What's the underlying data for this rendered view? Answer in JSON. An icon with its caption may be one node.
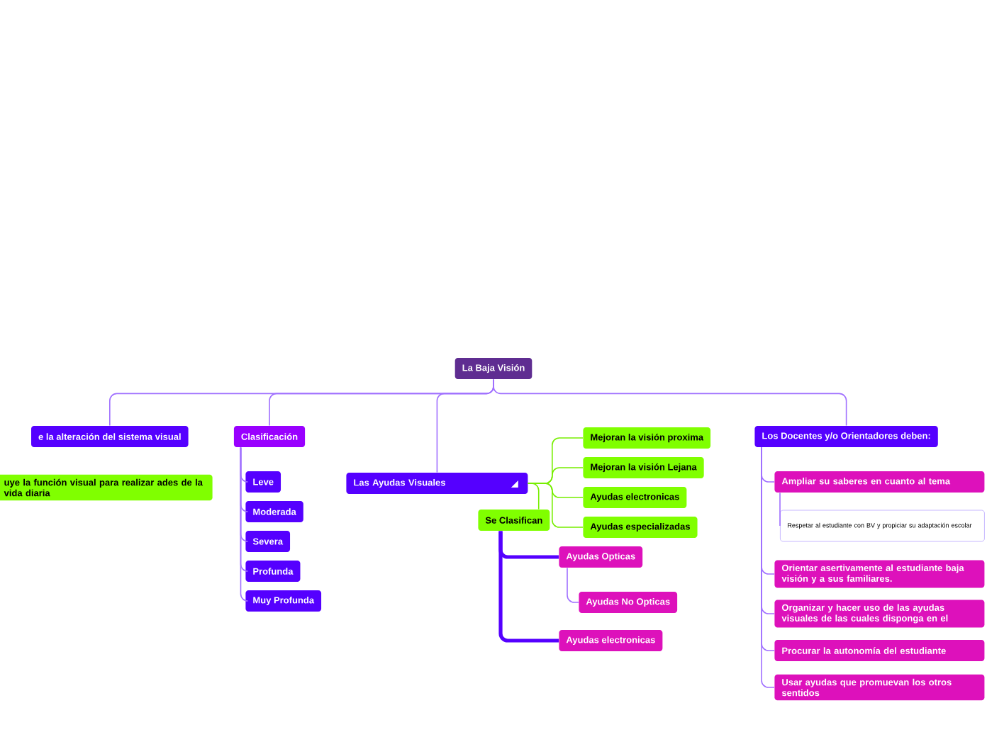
{
  "diagram": {
    "nodes": [
      {
        "text": [
          "La Baja Visión"
        ]
      },
      {
        "text": [
          "e la alteración del sistema visual"
        ]
      },
      {
        "text": [
          "uye la función visual para realizar ades de la vida diaria"
        ]
      },
      {
        "text": [
          "Clasificación"
        ]
      },
      {
        "text": [
          "Leve"
        ]
      },
      {
        "text": [
          "Moderada"
        ]
      },
      {
        "text": [
          "Severa"
        ]
      },
      {
        "text": [
          "Profunda"
        ]
      },
      {
        "text": [
          "Muy Profunda"
        ]
      },
      {
        "text": [
          "Las Ayudas Visuales"
        ]
      },
      {
        "text": [
          "Mejoran la visión proxima"
        ]
      },
      {
        "text": [
          "Mejoran la visión Lejana"
        ]
      },
      {
        "text": [
          "Ayudas electronicas"
        ]
      },
      {
        "text": [
          "Se Clasifican"
        ]
      },
      {
        "text": [
          "Ayudas especializadas"
        ]
      },
      {
        "text": [
          "Ayudas Opticas"
        ]
      },
      {
        "text": [
          "Ayudas No Opticas"
        ]
      },
      {
        "text": [
          "Ayudas electronicas"
        ]
      },
      {
        "text": [
          "Los Docentes y/o Orientadores deben:"
        ]
      },
      {
        "text": [
          "Ampliar su saberes en cuanto al tema"
        ]
      },
      {
        "text": [
          "Respetar al estudiante con BV y propiciar su adaptación escolar"
        ]
      },
      {
        "text": [
          "Orientar asertivamente al estudiante baja visión y a sus familiares."
        ]
      },
      {
        "text": [
          "Organizar y hacer uso de las ayudas visuales de las cuales disponga en el"
        ]
      },
      {
        "text": [
          "Procurar la autonomía del estudiante"
        ]
      },
      {
        "text": [
          "Usar ayudas que promuevan los otros sentidos"
        ]
      }
    ],
    "edges": [
      {
        "from": 0,
        "to": 1,
        "arrow": "none"
      },
      {
        "from": 0,
        "to": 3,
        "arrow": "none"
      },
      {
        "from": 0,
        "to": 9,
        "arrow": "none"
      },
      {
        "from": 0,
        "to": 18,
        "arrow": "none"
      },
      {
        "from": 3,
        "to": 4,
        "arrow": "none"
      },
      {
        "from": 3,
        "to": 5,
        "arrow": "none"
      },
      {
        "from": 3,
        "to": 6,
        "arrow": "none"
      },
      {
        "from": 3,
        "to": 7,
        "arrow": "none"
      },
      {
        "from": 3,
        "to": 8,
        "arrow": "none"
      },
      {
        "from": 9,
        "to": 10,
        "arrow": "none",
        "color": "#77ee00"
      },
      {
        "from": 9,
        "to": 11,
        "arrow": "none",
        "color": "#77ee00"
      },
      {
        "from": 9,
        "to": 12,
        "arrow": "none",
        "color": "#77ee00"
      },
      {
        "from": 9,
        "to": 13,
        "arrow": "none",
        "color": "#77ee00"
      },
      {
        "from": 9,
        "to": 14,
        "arrow": "none",
        "color": "#77ee00"
      },
      {
        "from": 13,
        "to": 15,
        "arrow": "none",
        "style": "thick",
        "color": "#5500ff"
      },
      {
        "from": 13,
        "to": 17,
        "arrow": "none",
        "style": "thick",
        "color": "#5500ff"
      },
      {
        "from": 15,
        "to": 16,
        "arrow": "none"
      },
      {
        "from": 18,
        "to": 19,
        "arrow": "none"
      },
      {
        "from": 18,
        "to": 21,
        "arrow": "none"
      },
      {
        "from": 18,
        "to": 22,
        "arrow": "none"
      },
      {
        "from": 18,
        "to": 23,
        "arrow": "none"
      },
      {
        "from": 18,
        "to": 24,
        "arrow": "none"
      },
      {
        "from": 19,
        "to": 20,
        "arrow": "none"
      }
    ]
  }
}
